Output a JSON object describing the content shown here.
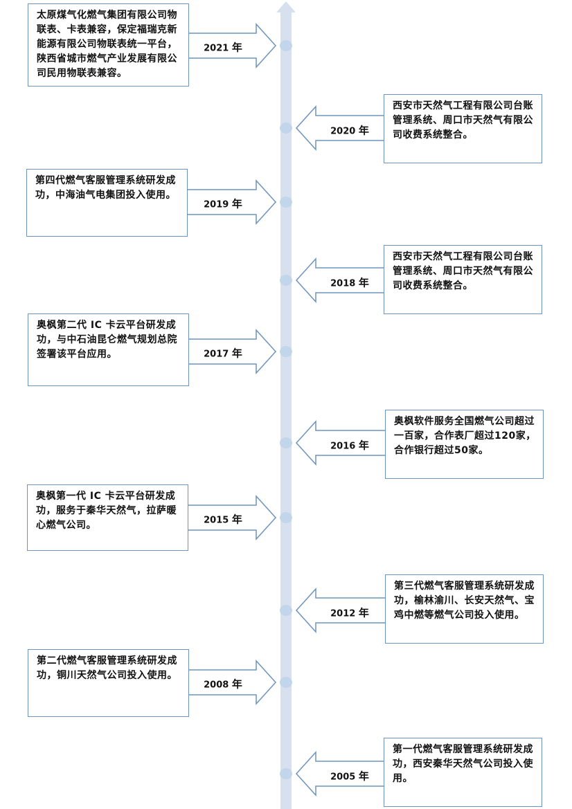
{
  "colors": {
    "axis": "#d6e0ee",
    "node": "#c3d5ea",
    "border": "#6c93bf",
    "text": "#111111"
  },
  "events": [
    {
      "year": "2021",
      "unit": "年",
      "side": "left",
      "text": "太原煤气化燃气集团有限公司物联表、卡表兼容，保定福瑞克新能源有限公司物联表统一平台，陕西省城市燃气产业发展有限公司民用物联表兼容。"
    },
    {
      "year": "2020",
      "unit": "年",
      "side": "right",
      "text": "西安市天然气工程有限公司台账管理系统、周口市天然气有限公司收费系统整合。"
    },
    {
      "year": "2019",
      "unit": "年",
      "side": "left",
      "text": "第四代燃气客服管理系统研发成功，中海油气电集团投入使用。"
    },
    {
      "year": "2018",
      "unit": "年",
      "side": "right",
      "text": "西安市天然气工程有限公司台账管理系统、周口市天然气有限公司收费系统整合。"
    },
    {
      "year": "2017",
      "unit": "年",
      "side": "left",
      "text": "奥枫第二代 IC 卡云平台研发成功，与中石油昆仑燃气规划总院签署该平台应用。"
    },
    {
      "year": "2016",
      "unit": "年",
      "side": "right",
      "text": "奥枫软件服务全国燃气公司超过一百家，合作表厂超过120家，合作银行超过50家。"
    },
    {
      "year": "2015",
      "unit": "年",
      "side": "left",
      "text": "奥枫第一代 IC 卡云平台研发成功，服务于秦华天然气，拉萨暖心燃气公司。"
    },
    {
      "year": "2012",
      "unit": "年",
      "side": "right",
      "text": "第三代燃气客服管理系统研发成功，榆林渝川、长安天然气、宝鸡中燃等燃气公司投入使用。"
    },
    {
      "year": "2008",
      "unit": "年",
      "side": "left",
      "text": "第二代燃气客服管理系统研发成功，铜川天然气公司投入使用。"
    },
    {
      "year": "2005",
      "unit": "年",
      "side": "right",
      "text": "第一代燃气客服管理系统研发成功，西安秦华天然气公司投入使用。"
    }
  ]
}
